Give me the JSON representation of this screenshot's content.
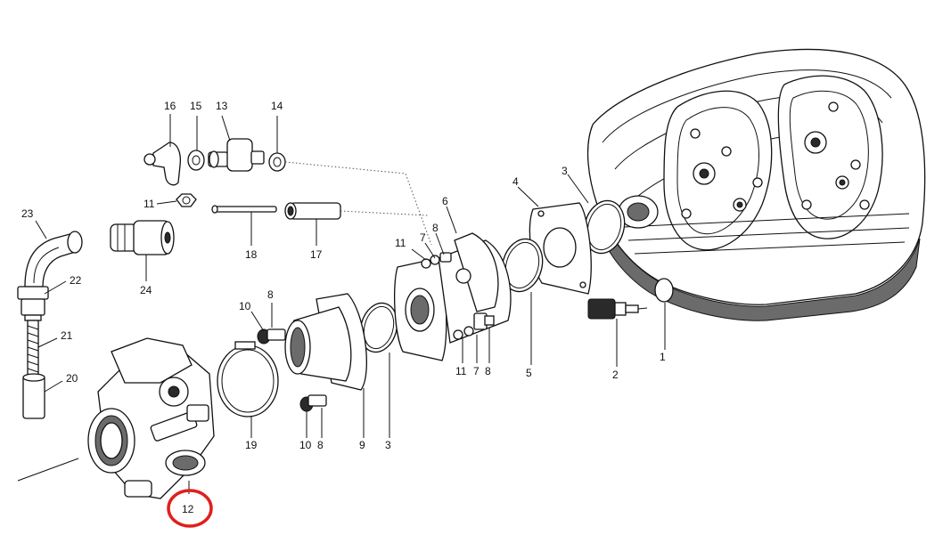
{
  "diagram": {
    "highlight_color": "#e0201b",
    "callouts": [
      {
        "id": "c1",
        "label": "1"
      },
      {
        "id": "c2",
        "label": "2"
      },
      {
        "id": "c3a",
        "label": "3"
      },
      {
        "id": "c3b",
        "label": "3"
      },
      {
        "id": "c4",
        "label": "4"
      },
      {
        "id": "c5",
        "label": "5"
      },
      {
        "id": "c6",
        "label": "6"
      },
      {
        "id": "c7a",
        "label": "7"
      },
      {
        "id": "c7b",
        "label": "7"
      },
      {
        "id": "c8a",
        "label": "8"
      },
      {
        "id": "c8b",
        "label": "8"
      },
      {
        "id": "c8c",
        "label": "8"
      },
      {
        "id": "c8d",
        "label": "8"
      },
      {
        "id": "c9",
        "label": "9"
      },
      {
        "id": "c10a",
        "label": "10"
      },
      {
        "id": "c10b",
        "label": "10"
      },
      {
        "id": "c11a",
        "label": "11"
      },
      {
        "id": "c11b",
        "label": "11"
      },
      {
        "id": "c11c",
        "label": "11"
      },
      {
        "id": "c12",
        "label": "12",
        "highlighted": true
      },
      {
        "id": "c13",
        "label": "13"
      },
      {
        "id": "c14",
        "label": "14"
      },
      {
        "id": "c15",
        "label": "15"
      },
      {
        "id": "c16",
        "label": "16"
      },
      {
        "id": "c17",
        "label": "17"
      },
      {
        "id": "c18",
        "label": "18"
      },
      {
        "id": "c19",
        "label": "19"
      },
      {
        "id": "c20",
        "label": "20"
      },
      {
        "id": "c21",
        "label": "21"
      },
      {
        "id": "c22",
        "label": "22"
      },
      {
        "id": "c23",
        "label": "23"
      },
      {
        "id": "c24",
        "label": "24"
      }
    ]
  }
}
